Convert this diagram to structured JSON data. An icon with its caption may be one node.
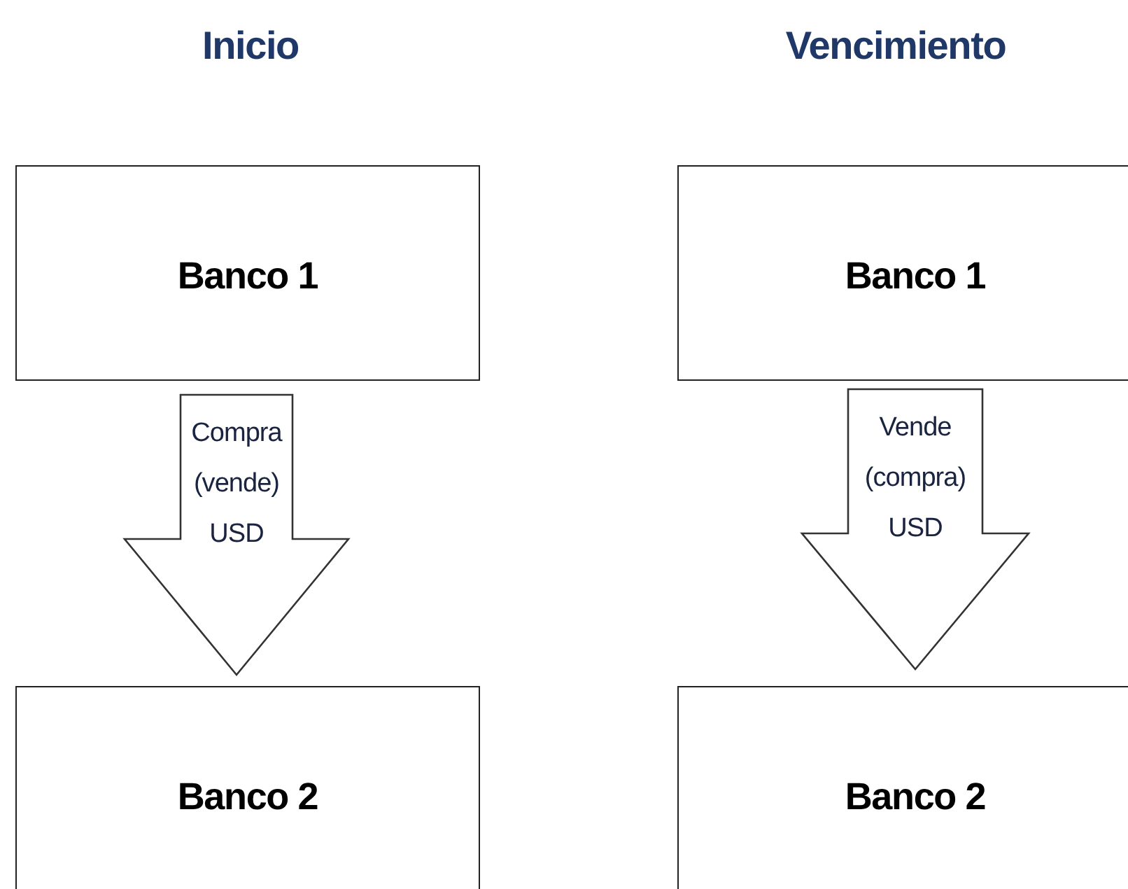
{
  "diagram": {
    "nodes": [
      {
        "text": [
          "Banco 1"
        ]
      },
      {
        "text": [
          "Banco 2"
        ]
      },
      {
        "text": [
          "Banco 1"
        ]
      },
      {
        "text": [
          "Banco 2"
        ]
      }
    ],
    "edges": [
      {
        "from": 0,
        "to": 1,
        "arrow": "to",
        "label": "Compra (vende) USD"
      },
      {
        "from": 2,
        "to": 3,
        "arrow": "to",
        "label": "Vende (compra) USD"
      }
    ],
    "labels": [
      "Inicio",
      "Vencimiento"
    ]
  }
}
